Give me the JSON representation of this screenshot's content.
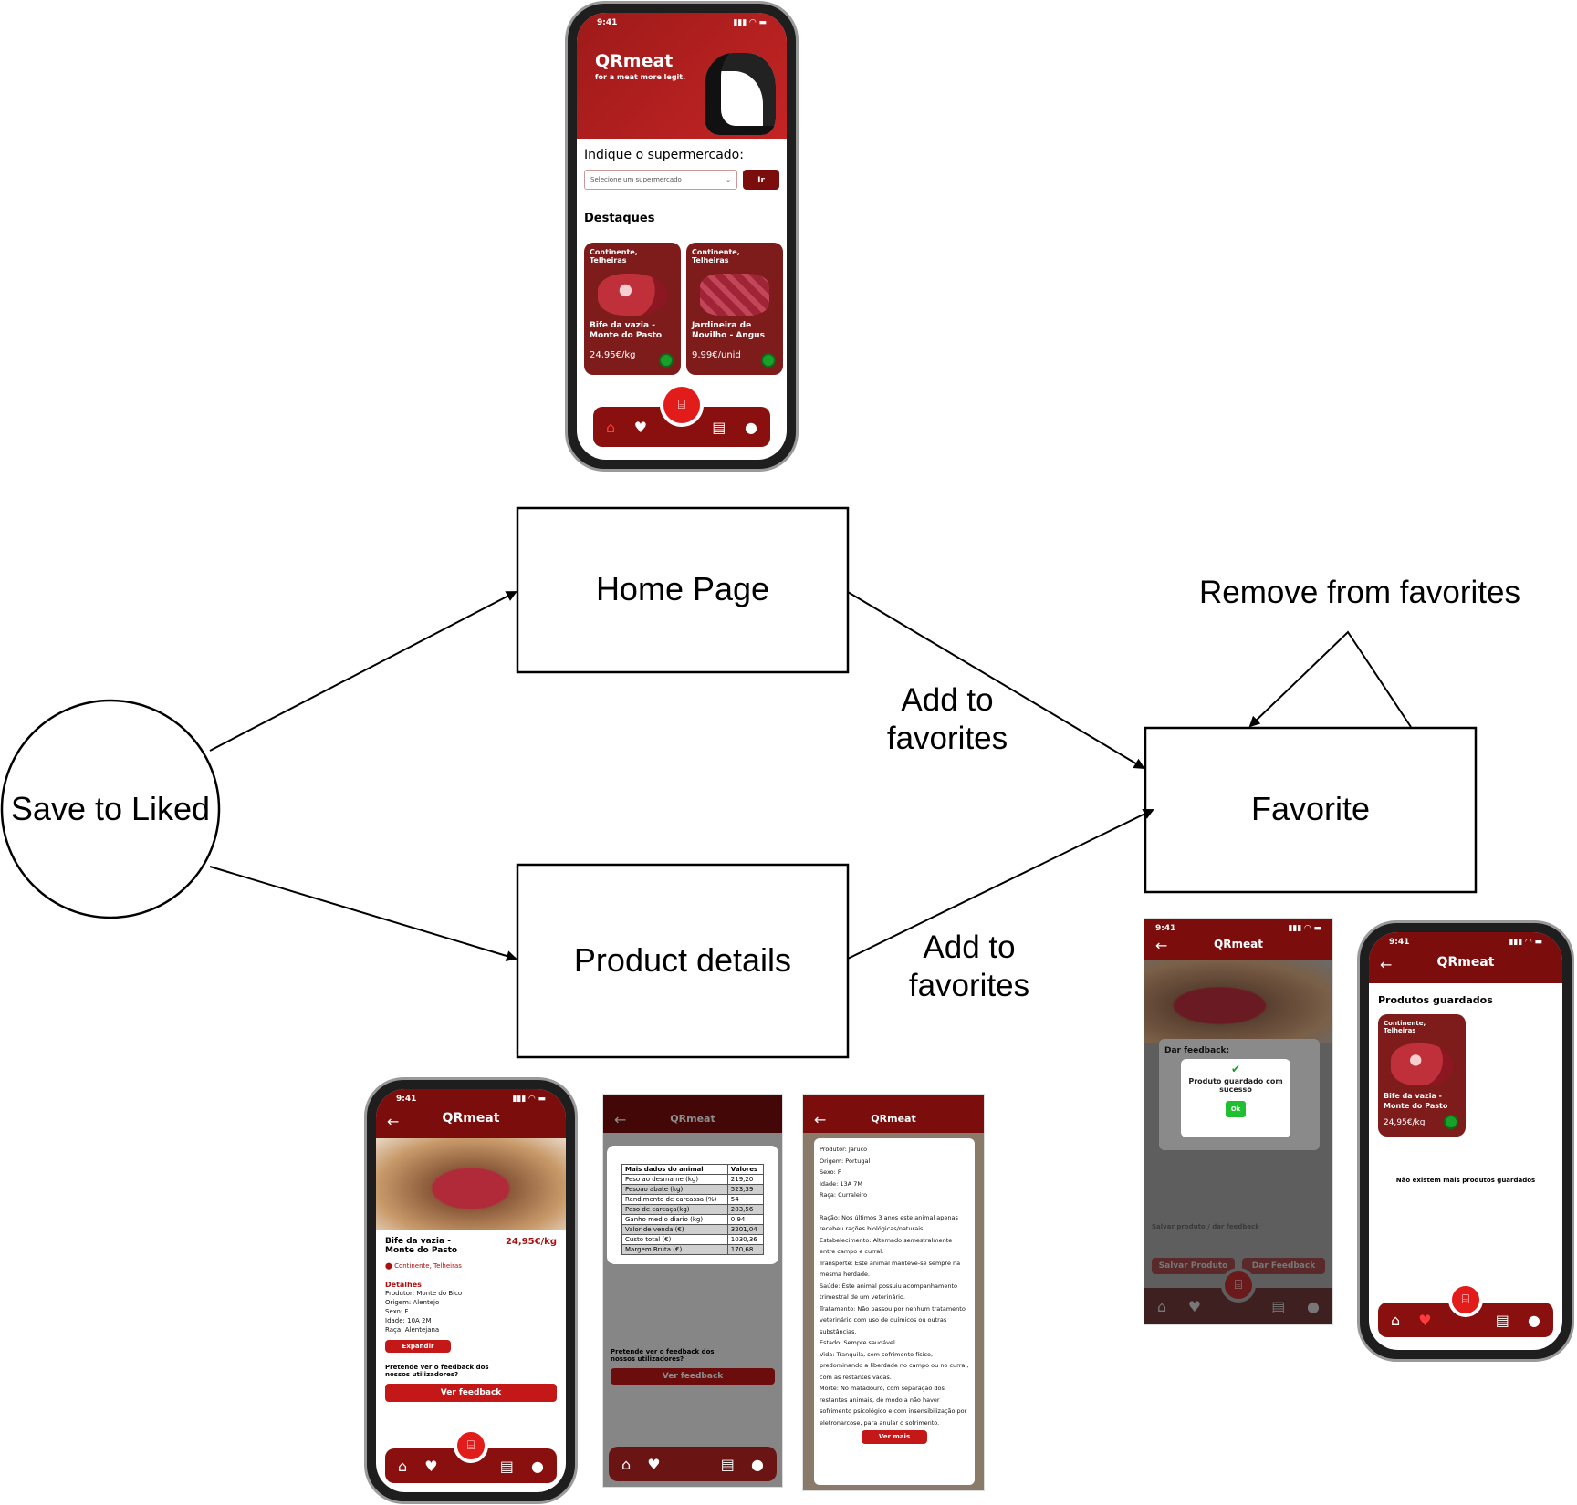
{
  "diagram": {
    "nodes": {
      "save_to_liked": "Save to Liked",
      "home_page": "Home Page",
      "product_details": "Product details",
      "favorite": "Favorite"
    },
    "edges": {
      "add_to_favorites_1": [
        "Add to",
        "favorites"
      ],
      "add_to_favorites_2": [
        "Add to",
        "favorites"
      ],
      "remove_from_favorites": "Remove from favorites"
    }
  },
  "app": {
    "name": "QRmeat",
    "tagline": "for a meat more legit.",
    "time": "9:41",
    "signal": "▮▮▮ ◠ ▬",
    "home": {
      "prompt": "Indique o supermercado:",
      "select_placeholder": "Selecione um supermercado",
      "go_button": "Ir",
      "highlights_title": "Destaques",
      "cards": [
        {
          "location": "Continente, Telheiras",
          "name": "Bife da vazia - Monte do Pasto",
          "price": "24,95€/kg"
        },
        {
          "location": "Continente, Telheiras",
          "name": "Jardineira de Novilho - Angus",
          "price": "9,99€/unid"
        }
      ]
    },
    "product": {
      "name": "Bife da vazia - Monte do Pasto",
      "price": "24,95€/kg",
      "location": "Continente, Telheiras",
      "details_title": "Detalhes",
      "details": [
        "Produtor: Monte do Bico",
        "Origem: Alentejo",
        "Sexo: F",
        "Idade: 10A 2M",
        "Raça: Alentejana"
      ],
      "expand_button": "Expandir",
      "feedback_question": "Pretende ver o feedback dos nossos utilizadores?",
      "feedback_button": "Ver feedback"
    },
    "table_popup": {
      "headers": [
        "Mais dados do animal",
        "Valores"
      ],
      "rows": [
        [
          "Peso ao desmame (kg)",
          "219,20"
        ],
        [
          "Pesoao abate (kg)",
          "523,39"
        ],
        [
          "Rendimento de carcassa (%)",
          "54"
        ],
        [
          "Peso de carcaça(kg)",
          "283,56"
        ],
        [
          "Ganho medio diario (kg)",
          "0,94"
        ],
        [
          "Valor de venda (€)",
          "3201,04"
        ],
        [
          "Custo total (€)",
          "1030,36"
        ],
        [
          "Margem Bruta (€)",
          "170,68"
        ]
      ],
      "bg_details_title": "Detalhes",
      "bg_question": "Pretende ver o feedback dos nossos utilizadores?",
      "bg_button": "Ver feedback"
    },
    "info_popup": {
      "lines": [
        "Produtor: Jaruco",
        "Origem: Portugal",
        "Sexo: F",
        "Idade: 13A 7M",
        "Raça: Curraleiro"
      ],
      "paragraph": [
        "Ração: Nos últimos 3 anos este animal apenas recebeu rações biológicas/naturais.",
        "Estabelecimento: Alternado semestralmente entre campo e curral.",
        "Transporte: Este animal manteve-se sempre na mesma herdade.",
        "Saúde: Este animal possuiu acompanhamento trimestral de um veterinário.",
        "Tratamento: Não passou por nenhum tratamento veterinário com uso de químicos ou outras substâncias.",
        "Estado: Sempre saudável.",
        "Vida: Tranquila, sem sofrimento físico, predominando a liberdade no campo ou no curral, com as restantes vacas.",
        "Morte: No matadouro, com separação dos restantes animais, de modo a não haver sofrimento psicológico e com insensibilização por eletronarcose, para anular o sofrimento."
      ],
      "more_button": "Ver mais"
    },
    "saved_popup": {
      "title": "Dar feedback:",
      "message": "Produto guardado com sucesso",
      "ok_button": "Ok",
      "bg_save_title": "Salvar produto / dar feedback",
      "bg_save_button": "Salvar Produto",
      "bg_feedback_button": "Dar Feedback"
    },
    "favorites": {
      "title": "Produtos guardados",
      "card": {
        "location": "Continente, Telheiras",
        "name": "Bife da vazia - Monte do Pasto",
        "price": "24,95€/kg"
      },
      "empty_message": "Não existem mais produtos guardados"
    },
    "nav_icons": [
      "home-icon",
      "heart-icon",
      "qr-scan-icon",
      "news-icon",
      "user-icon"
    ]
  }
}
